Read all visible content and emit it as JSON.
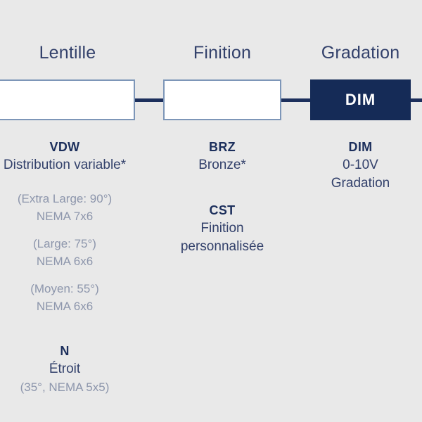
{
  "theme": {
    "background": "#e9e9e9",
    "navy": "#152b57",
    "line_navy": "#1c2f5c",
    "heading_blue": "#33416b",
    "muted_gray": "#8d96ac",
    "box_border": "#7d96b8",
    "box_fill_white": "#ffffff"
  },
  "columns": [
    {
      "key": "lens",
      "header": "Lentille",
      "box": {
        "label": "",
        "style": "white"
      },
      "groups": [
        {
          "code": "VDW",
          "name": "Distribution variable*",
          "sublines": [
            "(Extra Large: 90°)",
            "NEMA 7x6",
            "",
            "(Large: 75°)",
            "NEMA 6x6",
            "",
            "(Moyen: 55°)",
            "NEMA 6x6"
          ]
        },
        {
          "code": "N",
          "name": "Étroit",
          "sublines": [
            "(35°, NEMA 5x5)"
          ]
        }
      ]
    },
    {
      "key": "finish",
      "header": "Finition",
      "box": {
        "label": "",
        "style": "white"
      },
      "groups": [
        {
          "code": "BRZ",
          "name": "Bronze*",
          "sublines": []
        },
        {
          "code": "CST",
          "name": "Finition personnalisée",
          "sublines": []
        }
      ]
    },
    {
      "key": "dimming",
      "header": "Gradation",
      "box": {
        "label": "DIM",
        "style": "filled"
      },
      "groups": [
        {
          "code": "DIM",
          "name": "0-10V",
          "name2": "Gradation",
          "sublines": []
        }
      ]
    }
  ]
}
